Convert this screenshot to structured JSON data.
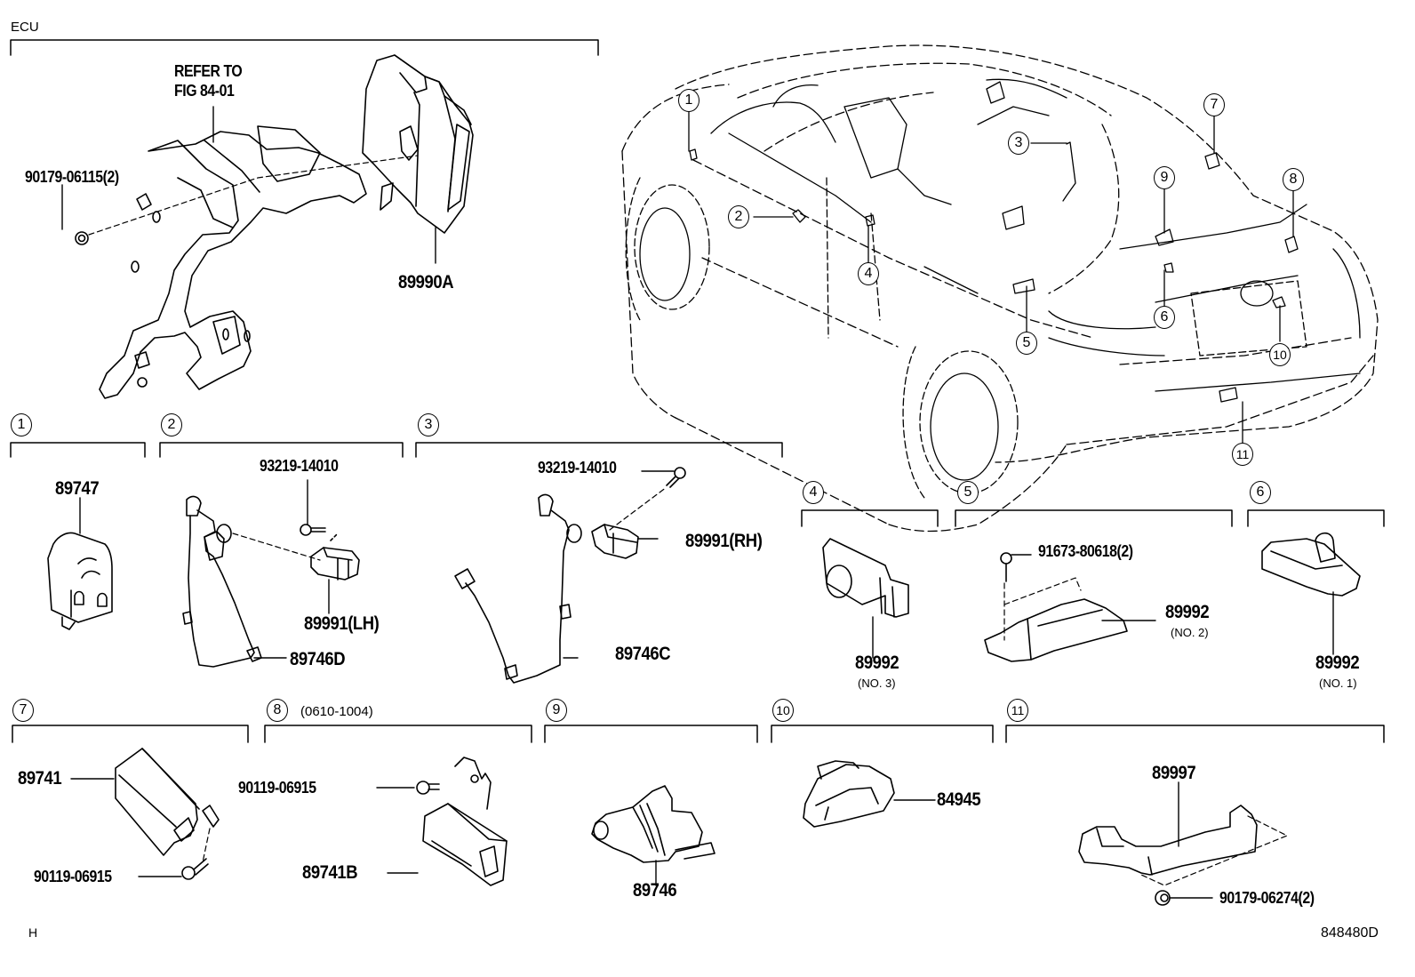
{
  "diagram": {
    "figure_code": "848480D",
    "corner_mark": "H",
    "ecu_section": {
      "title": "ECU",
      "refer_note_line1": "REFER TO",
      "refer_note_line2": "FIG 84-01",
      "parts": [
        {
          "number": "90179-06115(2)"
        },
        {
          "number": "89990A"
        }
      ]
    },
    "car_callouts": [
      "1",
      "2",
      "3",
      "4",
      "5",
      "6",
      "7",
      "8",
      "9",
      "10",
      "11"
    ],
    "sections": [
      {
        "id": "1",
        "note": "",
        "parts": [
          {
            "number": "89747",
            "sub": ""
          }
        ]
      },
      {
        "id": "2",
        "note": "",
        "parts": [
          {
            "number": "93219-14010",
            "sub": ""
          },
          {
            "number": "89991(LH)",
            "sub": ""
          },
          {
            "number": "89746D",
            "sub": ""
          }
        ]
      },
      {
        "id": "3",
        "note": "",
        "parts": [
          {
            "number": "93219-14010",
            "sub": ""
          },
          {
            "number": "89991(RH)",
            "sub": ""
          },
          {
            "number": "89746C",
            "sub": ""
          }
        ]
      },
      {
        "id": "4",
        "note": "",
        "parts": [
          {
            "number": "89992",
            "sub": "(NO. 3)"
          }
        ]
      },
      {
        "id": "5",
        "note": "",
        "parts": [
          {
            "number": "91673-80618(2)",
            "sub": ""
          },
          {
            "number": "89992",
            "sub": "(NO. 2)"
          }
        ]
      },
      {
        "id": "6",
        "note": "",
        "parts": [
          {
            "number": "89992",
            "sub": "(NO. 1)"
          }
        ]
      },
      {
        "id": "7",
        "note": "",
        "parts": [
          {
            "number": "89741",
            "sub": ""
          },
          {
            "number": "90119-06915",
            "sub": ""
          }
        ]
      },
      {
        "id": "8",
        "note": "(0610-1004)",
        "parts": [
          {
            "number": "90119-06915",
            "sub": ""
          },
          {
            "number": "89741B",
            "sub": ""
          }
        ]
      },
      {
        "id": "9",
        "note": "",
        "parts": [
          {
            "number": "89746",
            "sub": ""
          }
        ]
      },
      {
        "id": "10",
        "note": "",
        "parts": [
          {
            "number": "84945",
            "sub": ""
          }
        ]
      },
      {
        "id": "11",
        "note": "",
        "parts": [
          {
            "number": "89997",
            "sub": ""
          },
          {
            "number": "90179-06274(2)",
            "sub": ""
          }
        ]
      }
    ]
  }
}
